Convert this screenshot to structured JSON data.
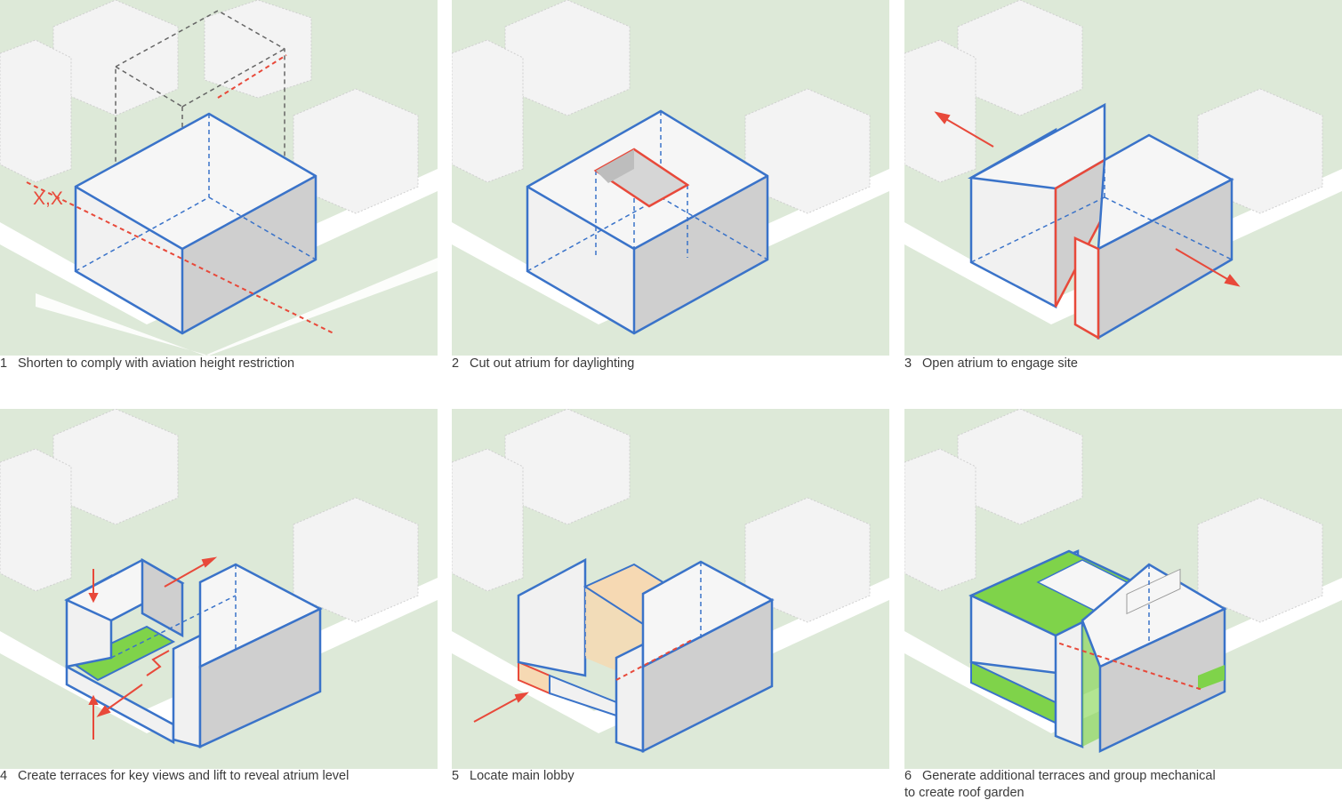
{
  "colors": {
    "green": "#dde9d8",
    "road": "#ffffff",
    "building_face": "#f1f1f1",
    "building_edge": "#cfcfcf",
    "blue": "#3a73c9",
    "red": "#e8493a",
    "shade": "#cfcfcf",
    "terrace": "#7fd34a",
    "lobby": "#f6d9b3"
  },
  "panels": [
    {
      "num": "1",
      "caption": "Shorten to comply with aviation height restriction",
      "label": "X,X"
    },
    {
      "num": "2",
      "caption": "Cut out atrium for daylighting"
    },
    {
      "num": "3",
      "caption": "Open atrium to engage site"
    },
    {
      "num": "4",
      "caption": "Create terraces for key views and lift to reveal atrium level"
    },
    {
      "num": "5",
      "caption": "Locate main lobby"
    },
    {
      "num": "6",
      "caption": "Generate additional terraces and group mechanical\nto create roof garden"
    }
  ]
}
